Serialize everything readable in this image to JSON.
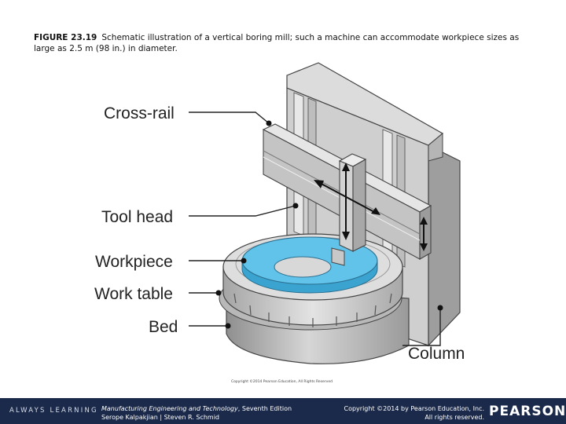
{
  "caption": {
    "figure_number": "FIGURE 23.19",
    "text": "Schematic illustration of a vertical boring mill; such a machine can accommodate workpiece sizes as large as 2.5 m (98 in.) in diameter."
  },
  "labels": {
    "cross_rail": "Cross-rail",
    "tool_head": "Tool head",
    "workpiece": "Workpiece",
    "work_table": "Work table",
    "bed": "Bed",
    "column": "Column"
  },
  "image_copyright": "Copyright ©2014 Pearson Education, All Rights Reserved",
  "footer": {
    "always_learning": "ALWAYS LEARNING",
    "book_title": "Manufacturing Engineering and Technology",
    "book_edition": ", Seventh Edition",
    "authors": "Serope Kalpakjian | Steven R. Schmid",
    "copyright_line1": "Copyright ©2014 by Pearson Education, Inc.",
    "copyright_line2": "All rights reserved.",
    "publisher": "PEARSON"
  },
  "colors": {
    "workpiece": "#62c3ea",
    "metal_light": "#d9d9d9",
    "metal_mid": "#b3b3b3",
    "metal_dark": "#8c8c8c",
    "footer_bg": "#1b2a4a"
  }
}
